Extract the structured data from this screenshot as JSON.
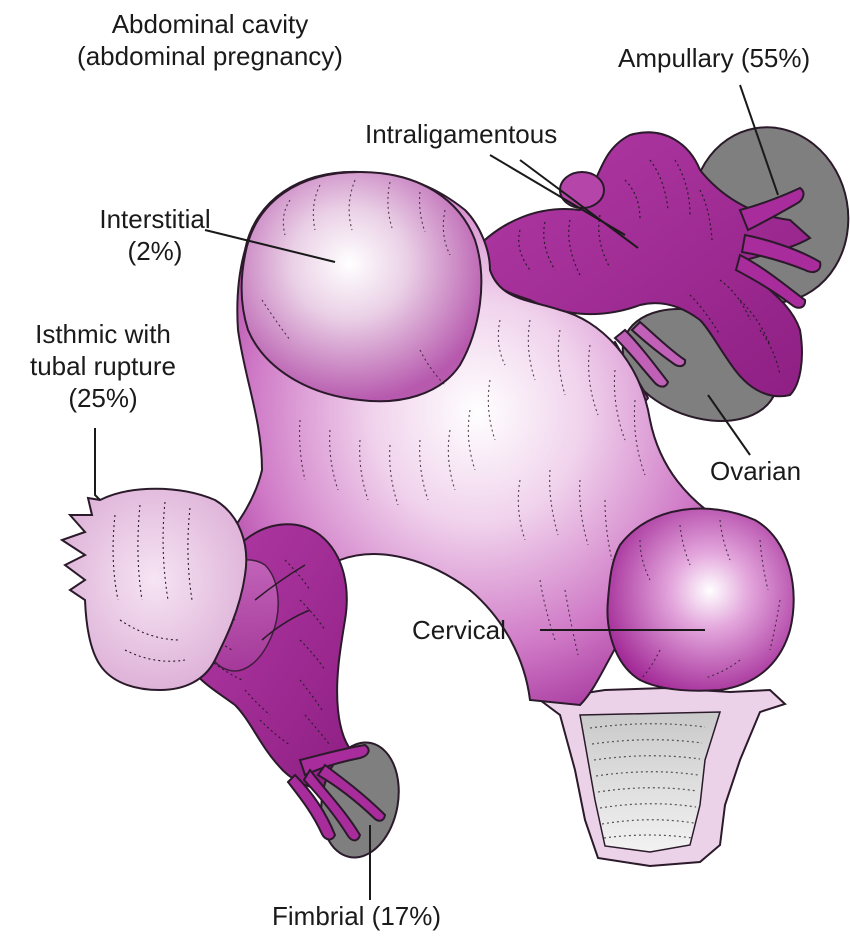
{
  "labels": {
    "abdominal_line1": "Abdominal cavity",
    "abdominal_line2": "(abdominal pregnancy)",
    "ampullary": "Ampullary (55%)",
    "intraligamentous": "Intraligamentous",
    "interstitial_line1": "Interstitial",
    "interstitial_line2": "(2%)",
    "isthmic_line1": "Isthmic with",
    "isthmic_line2": "tubal rupture",
    "isthmic_line3": "(25%)",
    "ovarian": "Ovarian",
    "cervical": "Cervical",
    "fimbrial": "Fimbrial (17%)"
  },
  "colors": {
    "tissue_dark": "#9c1f8f",
    "tissue_mid": "#c45bbd",
    "tissue_light": "#f4dcf1",
    "ovary_gray": "#808080",
    "vagina_gray": "#d9d9d9",
    "outline": "#2a1a2a"
  }
}
